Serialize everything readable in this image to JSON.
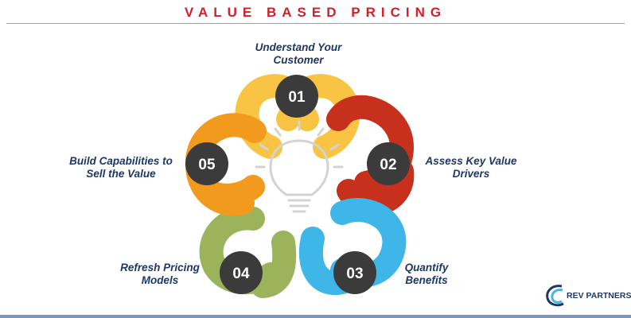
{
  "title": "VALUE BASED PRICING",
  "steps": [
    {
      "number": "01",
      "label_lines": [
        "Understand Your",
        "Customer"
      ],
      "color": "#f9c443"
    },
    {
      "number": "02",
      "label_lines": [
        "Assess Key Value",
        "Drivers"
      ],
      "color": "#c8301e"
    },
    {
      "number": "03",
      "label_lines": [
        "Quantify",
        "Benefits"
      ],
      "color": "#3fb6e8"
    },
    {
      "number": "04",
      "label_lines": [
        "Refresh Pricing",
        "Models"
      ],
      "color": "#9bb35a"
    },
    {
      "number": "05",
      "label_lines": [
        "Build Capabilities to",
        "Sell the Value"
      ],
      "color": "#f29a1e"
    }
  ],
  "circle_color": "#3b3b3b",
  "center_icon": "lightbulb-icon",
  "logo": {
    "text": "REV PARTNERS",
    "icon": "rev-partners-logo-icon"
  }
}
